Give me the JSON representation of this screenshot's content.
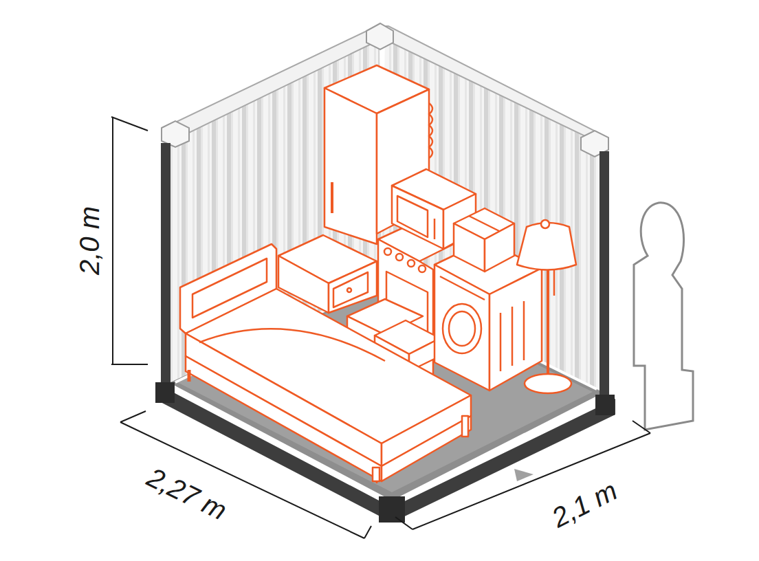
{
  "diagram": {
    "labels": [
      "2,0 m",
      "2,27 m",
      "2,1 m"
    ]
  }
}
